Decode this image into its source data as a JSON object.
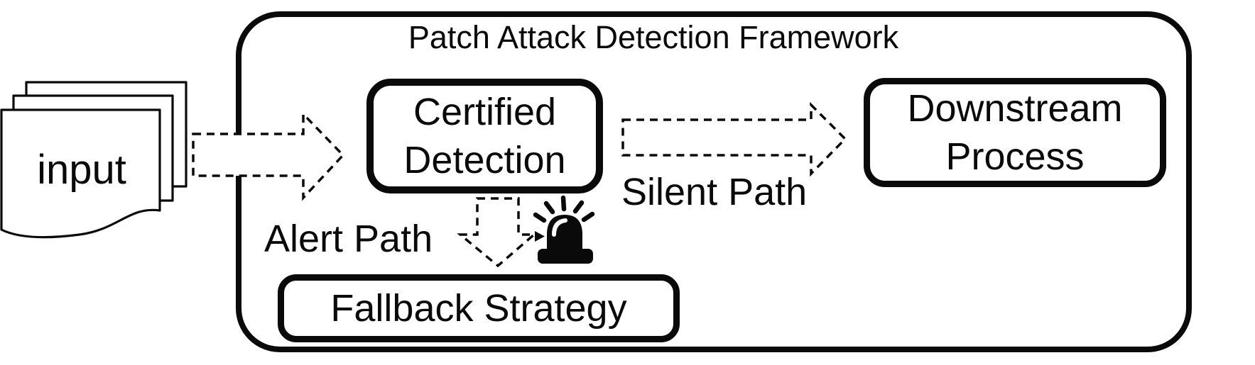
{
  "diagram": {
    "title": "Patch Attack Detection Framework",
    "input": {
      "label": "input"
    },
    "nodes": {
      "certified": {
        "line1": "Certified",
        "line2": "Detection"
      },
      "downstream": {
        "line1": "Downstream",
        "line2": "Process"
      },
      "fallback": {
        "label": "Fallback Strategy"
      }
    },
    "paths": {
      "silent": {
        "label": "Silent Path"
      },
      "alert": {
        "label": "Alert Path"
      }
    },
    "icons": {
      "documents": "stacked-documents-icon",
      "alarm": "siren-icon"
    },
    "colors": {
      "ink": "#000000",
      "background": "#ffffff"
    }
  }
}
